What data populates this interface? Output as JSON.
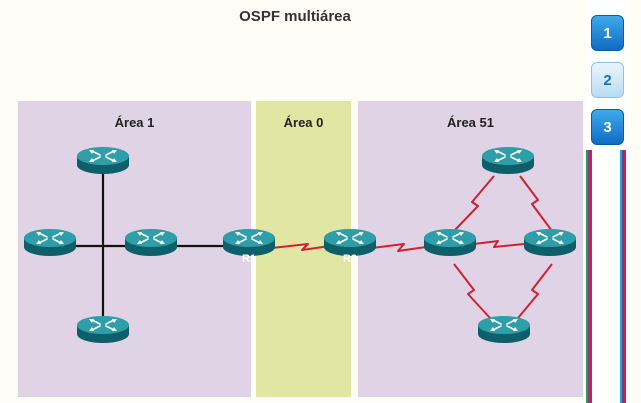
{
  "title": "OSPF multiárea",
  "areas": {
    "area1": "Área 1",
    "area0": "Área 0",
    "area51": "Área 51"
  },
  "routers": {
    "r1": "R1",
    "r2": "R2"
  },
  "tabs": [
    "1",
    "2",
    "3"
  ],
  "active_tab": "2",
  "colors": {
    "router_top": "#2e9ea8",
    "router_side": "#0e5f6a",
    "serial_link": "#cc2233",
    "ethernet_link": "#111111",
    "area_backbone": "#e1e6a2",
    "area_other": "#e0d3e6"
  }
}
